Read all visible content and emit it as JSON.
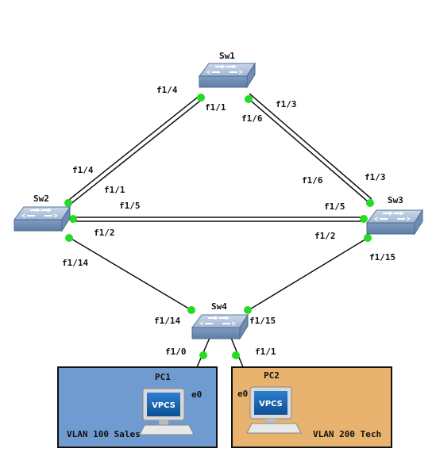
{
  "devices": {
    "sw1": "Sw1",
    "sw2": "Sw2",
    "sw3": "Sw3",
    "sw4": "Sw4",
    "pc1": "PC1",
    "pc2": "PC2"
  },
  "vlans": {
    "sales": "VLAN 100 Sales",
    "tech": "VLAN 200 Tech",
    "sales_color": "#6f9bd1",
    "tech_color": "#e8b36f"
  },
  "vpcs_label": "VPCS",
  "ports": {
    "sw1_to_sw2_a": "f1/4",
    "sw1_to_sw2_b": "f1/1",
    "sw1_to_sw3_a": "f1/6",
    "sw1_to_sw3_b": "f1/3",
    "sw2_to_sw1_a": "f1/4",
    "sw2_to_sw1_b": "f1/1",
    "sw2_to_sw3": "f1/5",
    "sw2_to_sw4_mid": "f1/2",
    "sw2_to_sw4": "f1/14",
    "sw3_to_sw1_a": "f1/6",
    "sw3_to_sw1_b": "f1/3",
    "sw3_to_sw2": "f1/5",
    "sw3_to_sw4_mid": "f1/2",
    "sw3_to_sw4": "f1/15",
    "sw4_to_sw2": "f1/14",
    "sw4_to_sw3": "f1/15",
    "sw4_to_pc1": "f1/0",
    "sw4_to_pc2": "f1/1",
    "pc1_port": "e0",
    "pc2_port": "e0"
  },
  "colors": {
    "link_up": "#22dd22",
    "switch_body": "#8fa9c9"
  }
}
